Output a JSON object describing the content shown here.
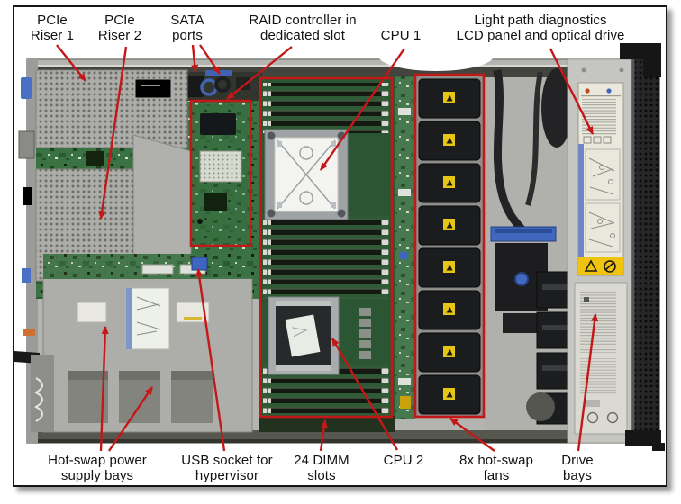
{
  "figure": {
    "title": "Server internal top view with component callouts",
    "background": "#ffffff",
    "border_color": "#151515",
    "annotation_color": "#c41717"
  },
  "callouts": {
    "top": [
      {
        "id": "pcie-riser-1",
        "line1": "PCIe",
        "line2": "Riser 1"
      },
      {
        "id": "pcie-riser-2",
        "line1": "PCIe",
        "line2": "Riser 2"
      },
      {
        "id": "sata-ports",
        "line1": "SATA",
        "line2": "ports"
      },
      {
        "id": "raid-controller",
        "line1": "RAID controller in",
        "line2": "dedicated slot"
      },
      {
        "id": "cpu-1",
        "line1": "CPU 1",
        "line2": ""
      },
      {
        "id": "light-path",
        "line1": "Light path diagnostics",
        "line2": "LCD panel and optical drive"
      }
    ],
    "bottom": [
      {
        "id": "psu-bays",
        "line1": "Hot-swap power",
        "line2": "supply bays"
      },
      {
        "id": "usb-hypervisor",
        "line1": "USB socket for",
        "line2": "hypervisor"
      },
      {
        "id": "dimm-slots",
        "line1": "24 DIMM",
        "line2": "slots"
      },
      {
        "id": "cpu-2",
        "line1": "CPU 2",
        "line2": ""
      },
      {
        "id": "hot-swap-fans",
        "line1": "8x hot-swap",
        "line2": "fans"
      },
      {
        "id": "drive-bays",
        "line1": "Drive",
        "line2": "bays"
      }
    ]
  },
  "photo_colors": {
    "chassis_gray": "#b4b5b1",
    "board_green": "#3a7243",
    "fan_black": "#1b1c1e",
    "fan_sticker_yellow": "#e4c518",
    "bezel_black": "#232425",
    "label_panel": "#eae8dd",
    "warning_yellow": "#f0c40e"
  }
}
